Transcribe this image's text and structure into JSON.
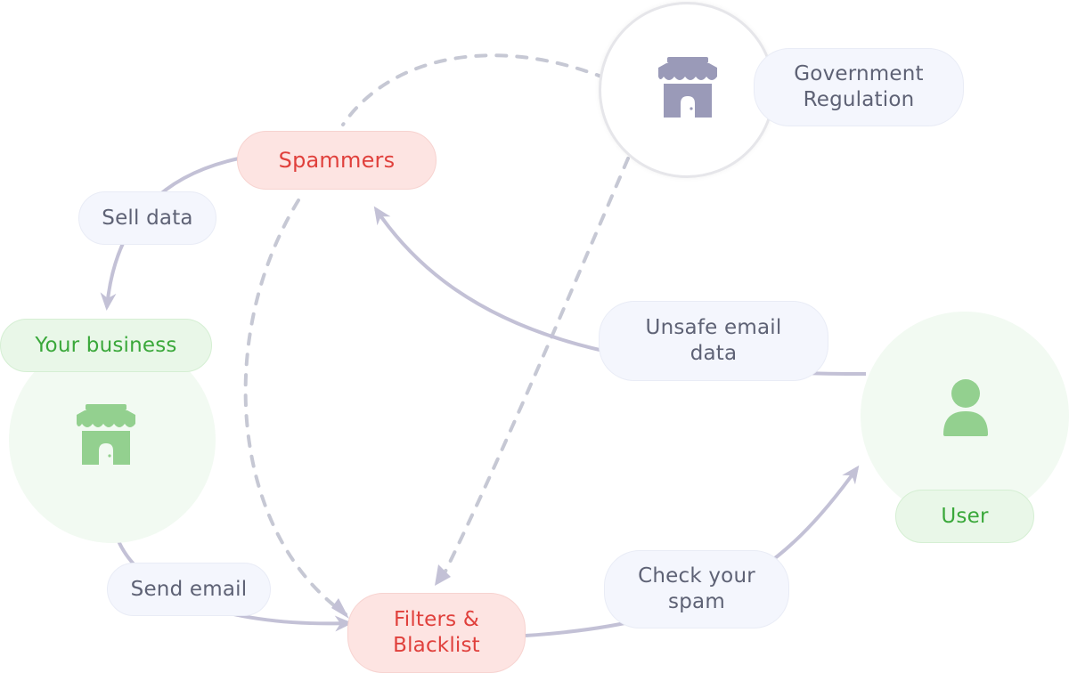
{
  "nodes": {
    "spammers": "Spammers",
    "government": {
      "line1": "Government",
      "line2": "Regulation"
    },
    "your_business": "Your business",
    "user": "User",
    "filters": {
      "line1": "Filters &",
      "line2": "Blacklist"
    }
  },
  "edges": {
    "sell_data": "Sell data",
    "unsafe_email": {
      "line1": "Unsafe email",
      "line2": "data"
    },
    "send_email": "Send email",
    "check_spam": {
      "line1": "Check your",
      "line2": "spam"
    }
  },
  "colors": {
    "arrow": "#c3c1d6",
    "dashed": "#c6c8d4",
    "red_text": "#e0403c",
    "green_text": "#3aa83a",
    "green_icon": "#93d08f",
    "store_gray": "#9a9ab8"
  },
  "icons": {
    "business": "storefront-icon",
    "government": "storefront-icon",
    "user": "person-icon"
  }
}
